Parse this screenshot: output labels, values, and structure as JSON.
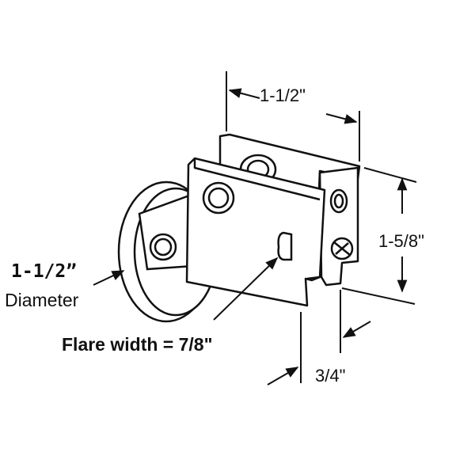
{
  "labels": {
    "width": "1-1/2\"",
    "height": "1-5/8\"",
    "depth": "3/4\"",
    "wheel_diameter_value": "1-1/2”",
    "wheel_diameter_word": "Diameter",
    "flare_width": "Flare width = 7/8\""
  },
  "colors": {
    "line": "#111111",
    "fill": "#ffffff",
    "background": "#ffffff"
  }
}
